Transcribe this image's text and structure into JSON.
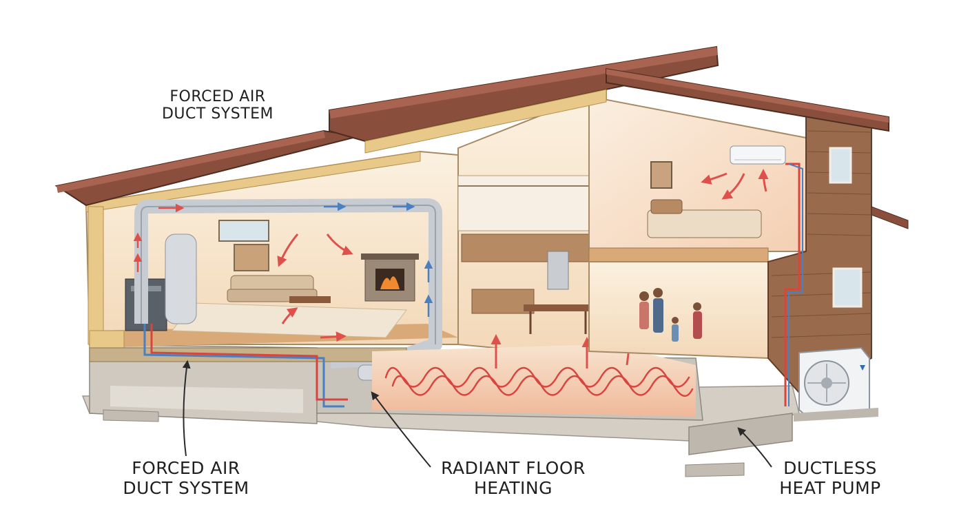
{
  "labels": {
    "top_forced_air": [
      "FORCED AIR",
      "DUCT SYSTEM"
    ],
    "forced_air": [
      "FORCED AIR",
      "DUCT SYSTEM"
    ],
    "radiant_floor": [
      "RADIANT FLOOR",
      "HEATING"
    ],
    "ductless_heat_pump": [
      "DUCTLESS",
      "HEAT PUMP"
    ]
  },
  "colors": {
    "warm_arrow": "#e0504a",
    "cool_arrow": "#4a7fc1",
    "roof_tile": "#8a4f3c",
    "siding": "#9a6a4c",
    "insulation": "#e8c98a",
    "concrete": "#c9c4bb",
    "interior_wall": "#f6ecdc",
    "floor_wood": "#d9a977",
    "duct_metal": "#c7ccd3",
    "radiant_pipe": "#d8453e"
  },
  "icons": [
    "furnace-icon",
    "fireplace-icon",
    "wall-mounted-ac-icon",
    "outdoor-heat-pump-unit-icon",
    "family-figures-icon",
    "bed-icon",
    "sofa-icon",
    "dining-table-icon"
  ]
}
